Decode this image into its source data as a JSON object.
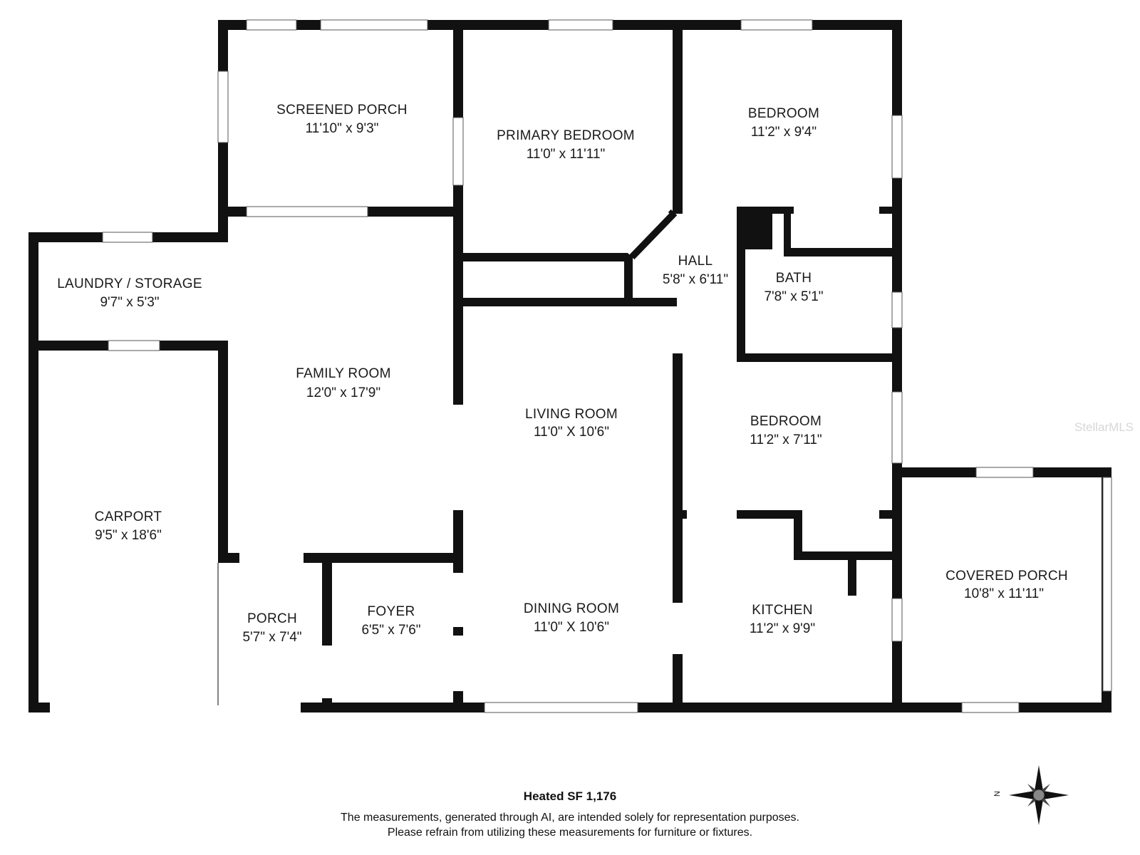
{
  "rooms": {
    "screened_porch": {
      "name": "SCREENED PORCH",
      "dims": "11'10\" x 9'3\""
    },
    "primary_bedroom": {
      "name": "PRIMARY BEDROOM",
      "dims": "11'0\" x 11'11\""
    },
    "bedroom_1": {
      "name": "BEDROOM",
      "dims": "11'2\" x 9'4\""
    },
    "laundry": {
      "name": "LAUNDRY / STORAGE",
      "dims": "9'7\" x 5'3\""
    },
    "hall": {
      "name": "HALL",
      "dims": "5'8\" x 6'11\""
    },
    "bath": {
      "name": "BATH",
      "dims": "7'8\" x 5'1\""
    },
    "family_room": {
      "name": "FAMILY ROOM",
      "dims": "12'0\" x 17'9\""
    },
    "living_room": {
      "name": "LIVING ROOM",
      "dims": "11'0\" X 10'6\""
    },
    "bedroom_2": {
      "name": "BEDROOM",
      "dims": "11'2\" x 7'11\""
    },
    "carport": {
      "name": "CARPORT",
      "dims": "9'5\" x 18'6\""
    },
    "covered_porch": {
      "name": "COVERED PORCH",
      "dims": "10'8\" x 11'11\""
    },
    "porch": {
      "name": "PORCH",
      "dims": "5'7\" x 7'4\""
    },
    "foyer": {
      "name": "FOYER",
      "dims": "6'5\" x 7'6\""
    },
    "dining_room": {
      "name": "DINING ROOM",
      "dims": "11'0\" X 10'6\""
    },
    "kitchen": {
      "name": "KITCHEN",
      "dims": "11'2\" x 9'9\""
    }
  },
  "heated_sf": "Heated SF 1,176",
  "disclaimer": {
    "line1": "The measurements, generated through AI, are intended solely for representation purposes.",
    "line2": "Please refrain from utilizing these measurements for furniture or fixtures."
  },
  "compass": {
    "label": "N"
  },
  "watermark": "StellarMLS",
  "colors": {
    "wall": "#111111",
    "window": "#ffffff",
    "text": "#1a1a1a"
  }
}
